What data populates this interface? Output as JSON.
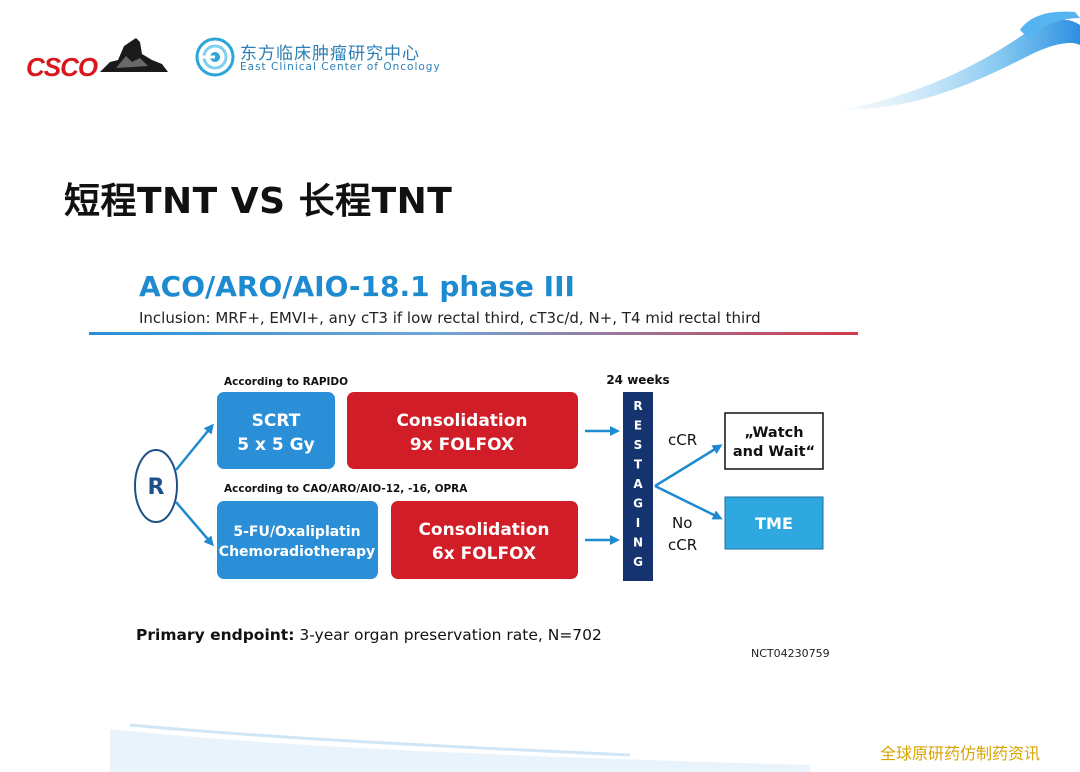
{
  "header": {
    "csco_logo_text": "CSCO",
    "ecco_name_cn": "东方临床肿瘤研究中心",
    "ecco_name_en": "East Clinical Center of Oncology"
  },
  "slide_title": "短程TNT VS 长程TNT",
  "trial": {
    "name": "ACO/ARO/AIO-18.1 phase III",
    "inclusion": "Inclusion: MRF+, EMVI+, any cT3 if low rectal third, cT3c/d, N+, T4 mid rectal third"
  },
  "diagram": {
    "randomization": "R",
    "arm1_label": "According to RAPIDO",
    "arm1_box1_line1": "SCRT",
    "arm1_box1_line2": "5 x 5 Gy",
    "arm1_box2_line1": "Consolidation",
    "arm1_box2_line2": "9x FOLFOX",
    "arm2_label": "According to CAO/ARO/AIO-12, -16, OPRA",
    "arm2_box1_line1": "5-FU/Oxaliplatin",
    "arm2_box1_line2": "Chemoradiotherapy",
    "arm2_box2_line1": "Consolidation",
    "arm2_box2_line2": "6x FOLFOX",
    "weeks_label": "24 weeks",
    "restaging_letters": [
      "R",
      "E",
      "S",
      "T",
      "A",
      "G",
      "I",
      "N",
      "G"
    ],
    "ccr_label": "cCR",
    "no_ccr_line1": "No",
    "no_ccr_line2": "cCR",
    "watch_line1": "„Watch",
    "watch_line2": "and Wait“",
    "tme_label": "TME"
  },
  "endpoint": {
    "label": "Primary endpoint:",
    "text": " 3-year organ preservation rate, N=702"
  },
  "nct_id": "NCT04230759",
  "watermark": "全球原研药仿制药资讯",
  "colors": {
    "blue_box": "#2b8fd8",
    "red_box": "#d01d27",
    "restaging_bar": "#15336e",
    "tme_box": "#2ea8de",
    "title_blue": "#1e8ad0"
  }
}
